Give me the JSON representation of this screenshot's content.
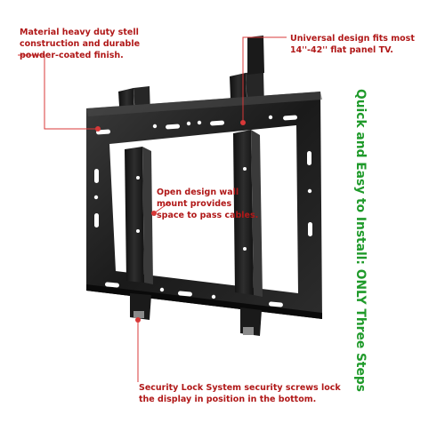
{
  "callouts": {
    "material": {
      "lines": [
        "Material heavy duty stell",
        "construction and durable",
        "powder-coated finish."
      ]
    },
    "universal": {
      "lines": [
        "Universal design fits most",
        "14''-42'' flat panel TV."
      ]
    },
    "open_design": {
      "lines": [
        "Open design wall",
        "mount provides",
        "space to pass cables."
      ]
    },
    "security": {
      "lines": [
        "Security Lock System security screws lock",
        "the display in position in the bottom."
      ]
    }
  },
  "headline": "Quick and Easy to Install: ONLY Three Steps",
  "colors": {
    "callout_text": "#b01818",
    "leader_line": "#d83838",
    "headline": "#1f9a2a",
    "mount_metal": "#1c1c1c",
    "background": "#ffffff"
  }
}
